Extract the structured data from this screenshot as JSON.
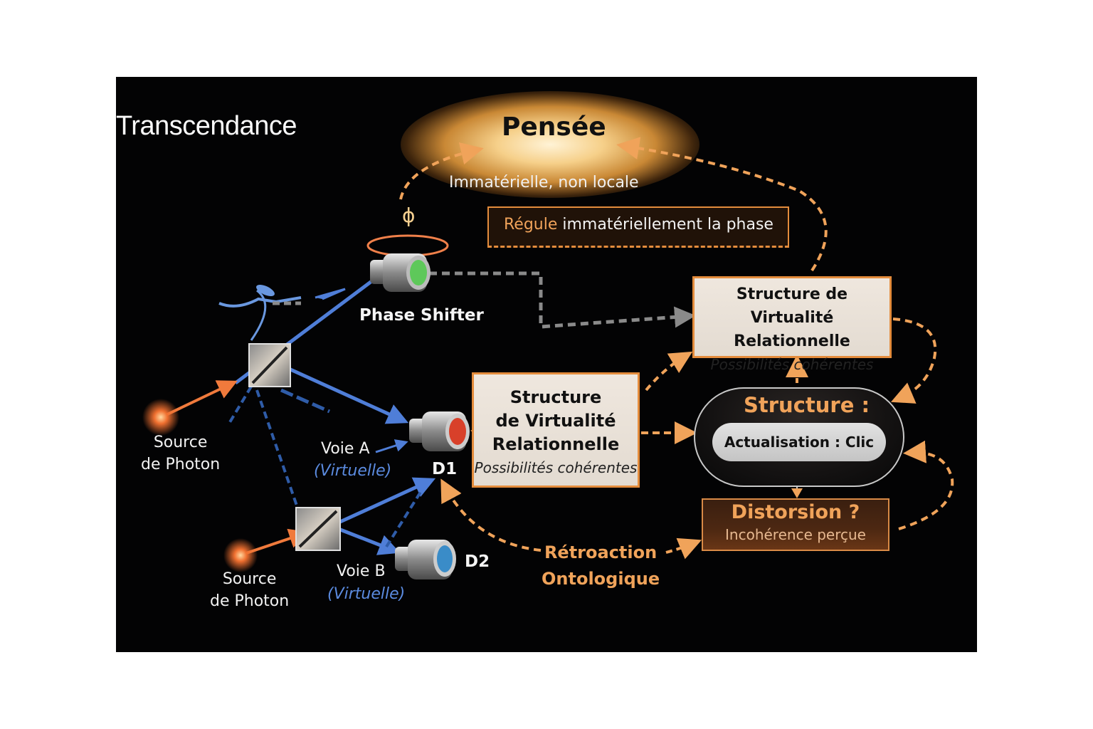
{
  "diagram": {
    "title": "Transcendance",
    "thought": {
      "label": "Pensée",
      "subtitle": "Immatérielle, non locale"
    },
    "phase_symbol": "ϕ",
    "regulation": {
      "highlight": "Régule",
      "rest": " immatériellement la phase"
    },
    "phase_shifter": {
      "label": "Phase Shifter",
      "lens_color": "#5ec85a"
    },
    "structure_right": {
      "line1": "Structure de Virtualité",
      "line2": "Relationnelle",
      "subtitle": "Possibilités cohérentes"
    },
    "structure_middle": {
      "line1": "Structure",
      "line2": "de Virtualité",
      "line3": "Relationnelle",
      "subtitle": "Possibilités cohérentes"
    },
    "actualisation": {
      "title": "Structure :",
      "inner": "Actualisation : Clic"
    },
    "distortion": {
      "title": "Distorsion ?",
      "subtitle": "Incohérence perçue"
    },
    "sources": [
      {
        "line1": "Source",
        "line2": "de Photon"
      },
      {
        "line1": "Source",
        "line2": "de Photon"
      }
    ],
    "paths": [
      {
        "name": "Voie A",
        "qualifier": "(Virtuelle)"
      },
      {
        "name": "Voie B",
        "qualifier": "(Virtuelle)"
      }
    ],
    "detectors": [
      {
        "label": "D1",
        "lens_color": "#d8402a"
      },
      {
        "label": "D2",
        "lens_color": "#3a8cc8"
      }
    ],
    "feedback": {
      "line1": "Rétroaction",
      "line2": "Ontologique"
    },
    "colors": {
      "accent_orange": "#f0a35a",
      "beam_blue": "#4f7ed8",
      "background": "#030304",
      "connector_gray": "#8a8a8a"
    }
  }
}
